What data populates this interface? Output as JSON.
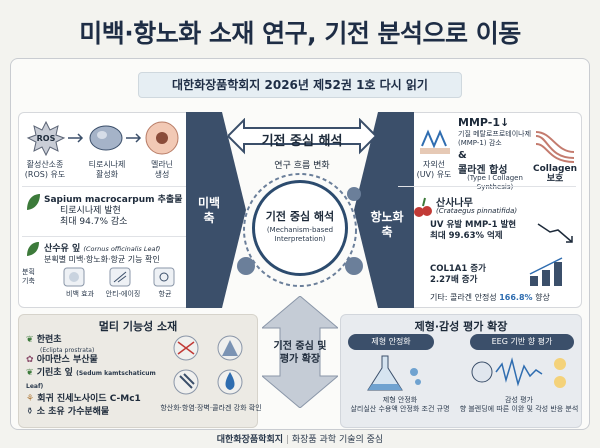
{
  "title": "미백·항노화 소재 연구, 기전 분석으로 이동",
  "band": "대한화장품학회지 2026년 제52권 1호 다시 읽기",
  "left_panel": {
    "vertical_label": "미백\n축",
    "flow": [
      {
        "label": "활성산소종\n(ROS) 유도"
      },
      {
        "label": "티로시나제\n활성화"
      },
      {
        "label": "멜라닌\n생성"
      }
    ],
    "ros": "ROS",
    "item1_title": "Sapium macrocarpum 추출물",
    "item1_text": "티로시나제 발현\n최대 94.7% 감소",
    "item2_title": "산수유 잎",
    "item2_title_latin": "(Cornus officinalis Leaf)",
    "item2_text": "분획별 미백·항노화·항균 기능 확인",
    "fraction_label": "분획\n기축",
    "fraction_icons": [
      "비백 효과",
      "안티-에이징",
      "항균"
    ]
  },
  "right_panel": {
    "vertical_label": "항노화\n축",
    "mmp": "MMP-1↓",
    "mmp_text": "기질 메탈로프로테이나제\n(MMP-1) 감소",
    "collagen_and": "&",
    "collagen_title": "콜라겐 합성",
    "collagen_sub": "(Type I Collagen\nSynthesis)",
    "uv_label": "자외선\n(UV) 유도",
    "collagen_label": "Collagen\n보호",
    "plant_title": "산사나무",
    "plant_latin": "(Crataegus pinnatifida)",
    "stat1": "UV 유발 MMP-1 발현\n최대 99.63% 억제",
    "stat2": "COL1A1 증가\n2.27배 증가",
    "stat3_prefix": "기타: 콜라겐 안정성 ",
    "stat3_value": "166.8%",
    "stat3_suffix": " 향상"
  },
  "center": {
    "arrow_label": "기전 중심 해석",
    "arrow_sub": "연구 흐름 변화",
    "circle_title": "기전 중심 해석",
    "circle_sub": "(Mechanism-based\nInterpretation)",
    "down_label": "기전 중심 및\n평가 확장"
  },
  "bottom_left": {
    "title": "멀티 기능성 소재",
    "items": [
      {
        "name": "한련초",
        "latin": "(Eclipta prostrata)"
      },
      {
        "name": "아마란스 부산물",
        "latin": ""
      },
      {
        "name": "기린초 잎",
        "latin": "(Sedum kamtschaticum Leaf)"
      },
      {
        "name": "회귀 진세노사이드 C-Mc1",
        "latin": ""
      },
      {
        "name": "소 초유 가수분해물",
        "latin": ""
      }
    ],
    "caption": "항산화·항염·장벽·콜라겐 강화 확인"
  },
  "bottom_right": {
    "title": "제형·감성 평가 확장",
    "pill1": "제형 안정화",
    "pill2": "EEG 기반 향 평가",
    "caption1": "제형 안정화\n살리실산 수용액 안정화 조건 규명",
    "caption2": "감성 평가\n향 블렌딩에 따른 이완 및 각성 반응 분석"
  },
  "footer": {
    "brand": "대한화장품학회지",
    "sep": "|",
    "tagline": "화장품 과학 기술의 중심"
  },
  "colors": {
    "navy": "#3b4f6a",
    "dark": "#1e2d45",
    "accent_blue": "#2f6db0",
    "red": "#c23a36"
  }
}
